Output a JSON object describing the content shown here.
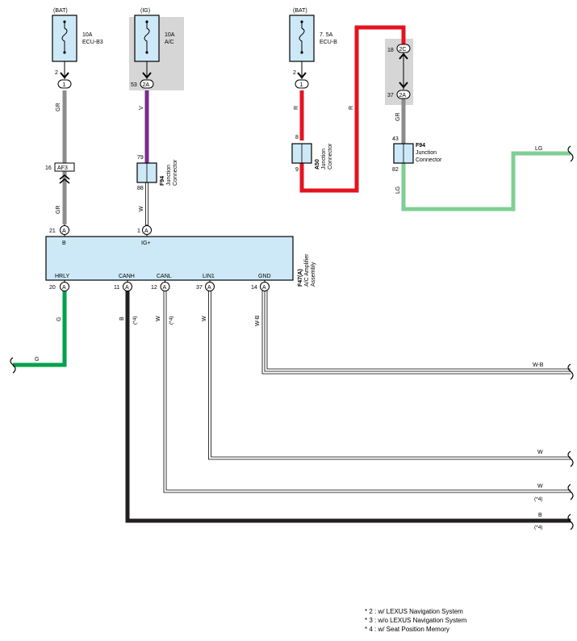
{
  "fuses": {
    "f1": {
      "source": "(BAT)",
      "rating": "10A",
      "name": "ECU-B3",
      "pin": "2",
      "pin_in": "1"
    },
    "f2": {
      "source": "(IG)",
      "rating": "10A",
      "name": "A/C",
      "pin": "53",
      "pin_in": "2A"
    },
    "f3": {
      "source": "(BAT)",
      "rating": "7. 5A",
      "name": "ECU-B",
      "pin": "2",
      "pin_in": "1"
    }
  },
  "junction_f94_left": {
    "code": "F94",
    "label1": "Junction",
    "label2": "Connector",
    "pin_top": "79",
    "pin_bottom": "88"
  },
  "junction_a50": {
    "code": "A50",
    "label1": "Junction",
    "label2": "Connector",
    "pin_top": "8",
    "pin_bottom": "9"
  },
  "junction_f94_right": {
    "code": "F94",
    "label1": "Junction",
    "label2": "Connector",
    "pin_top": "43",
    "pin_bottom": "82",
    "conn_top": "2C",
    "conn_top_pin": "18",
    "conn_bottom": "2A",
    "conn_bottom_pin": "37"
  },
  "connector_af3": {
    "code": "AF3",
    "pin": "16"
  },
  "amplifier": {
    "code": "F47(A)",
    "name1": "A/C Amplifier",
    "name2": "Assembly",
    "top_pins": [
      {
        "num": "21",
        "conn": "A",
        "label": "B"
      },
      {
        "num": "1",
        "conn": "A",
        "label": "IG+"
      }
    ],
    "bottom_pins": [
      {
        "num": "20",
        "conn": "A",
        "label": "HRLY"
      },
      {
        "num": "11",
        "conn": "A",
        "label": "CANH"
      },
      {
        "num": "12",
        "conn": "A",
        "label": "CANL"
      },
      {
        "num": "37",
        "conn": "A",
        "label": "LIN1"
      },
      {
        "num": "14",
        "conn": "A",
        "label": "GND"
      }
    ]
  },
  "wire_labels": {
    "gr1": "GR",
    "gr2": "GR",
    "v": "V",
    "w_ig": "W",
    "r1": "R",
    "r2": "R",
    "gr3": "GR",
    "lg1": "LG",
    "lg2": "LG",
    "g1": "G",
    "g2": "G",
    "b1": "B",
    "b1_note": "(*4)",
    "w_canl": "W",
    "w_canl_note": "(*4)",
    "w_lin": "W",
    "wb": "W-B",
    "out_wb": "W-B",
    "out_w1": "W",
    "out_w2": "W",
    "out_w2_note": "(*4)",
    "out_b": "B",
    "out_b_note": "(*4)"
  },
  "footnotes": [
    "* 2 : w/ LEXUS Navigation System",
    "* 3 : w/o LEXUS Navigation System",
    "* 4 : w/ Seat Position Memory"
  ],
  "colors": {
    "gray_wire": "#8c8c8c",
    "violet_wire": "#7b2c8e",
    "red_wire": "#e3141f",
    "lightgreen_wire": "#7fcf95",
    "green_wire": "#00a14b",
    "black_wire": "#231f20",
    "amp_fill": "#cde9f8",
    "ig_box": "#d6d6d6"
  }
}
